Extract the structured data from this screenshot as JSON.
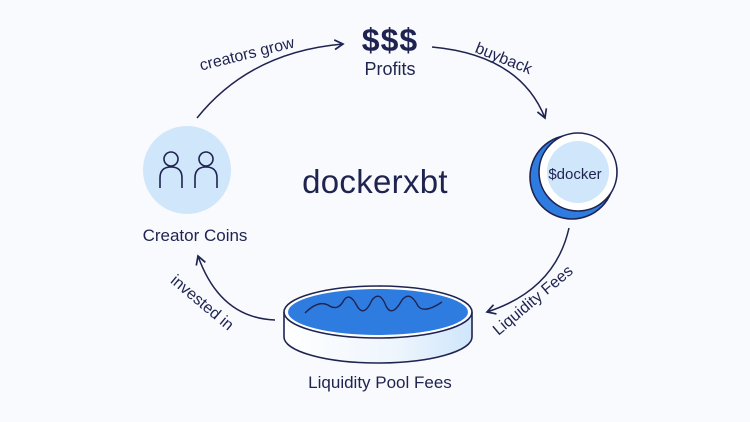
{
  "diagram": {
    "title": "dockerxbt",
    "nodes": {
      "profits": {
        "symbol": "$$$",
        "label": "Profits"
      },
      "docker_coin": {
        "label": "$docker"
      },
      "liquidity_pool": {
        "label": "Liquidity Pool Fees"
      },
      "creator_coins": {
        "label": "Creator Coins"
      }
    },
    "edges": {
      "creators_grow": "creators grow",
      "buyback": "buyback",
      "liquidity_fees": "Liquidity Fees",
      "invested_in": "invested in"
    },
    "colors": {
      "ink": "#1f2350",
      "light_blue": "#cfe6fb",
      "blue": "#2f7ce0",
      "background": "#f8fafd"
    }
  }
}
